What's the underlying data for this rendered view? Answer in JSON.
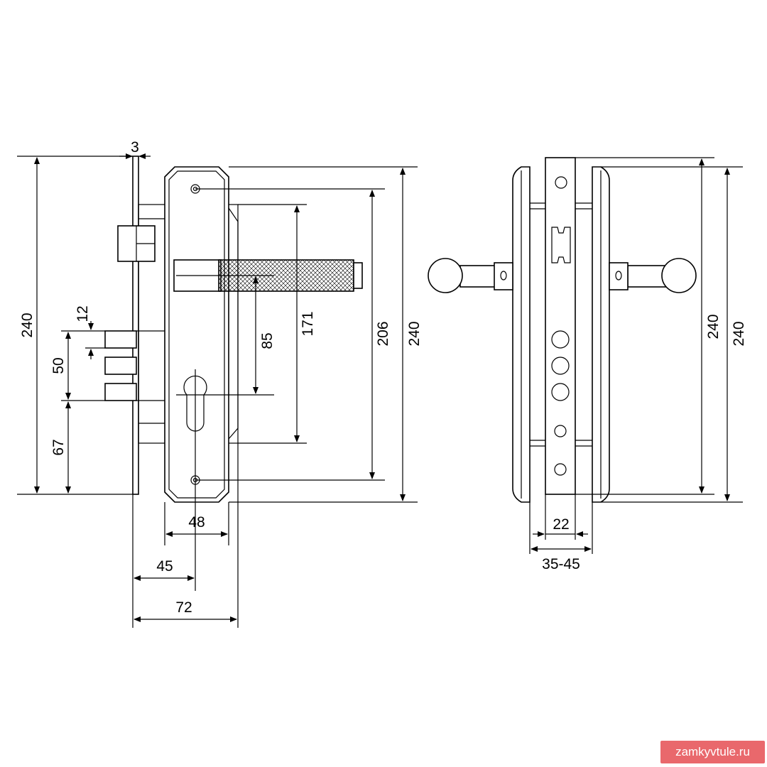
{
  "dimensions": {
    "strike_thickness": "3",
    "lock_height_left": "240",
    "bolt_spacing": "12",
    "bolt_to_center": "50",
    "bottom_offset": "67",
    "handle_to_cylinder": "85",
    "plate_screws": "171",
    "handle_screws": "206",
    "plate_height": "240",
    "plate_width": "48",
    "backset": "45",
    "total_depth": "72",
    "side_height_inner": "240",
    "side_height_outer": "240",
    "faceplate_width": "22",
    "door_thickness": "35-45"
  },
  "watermark": {
    "text": "zamkyvtule.ru",
    "color": "#e9686c"
  }
}
